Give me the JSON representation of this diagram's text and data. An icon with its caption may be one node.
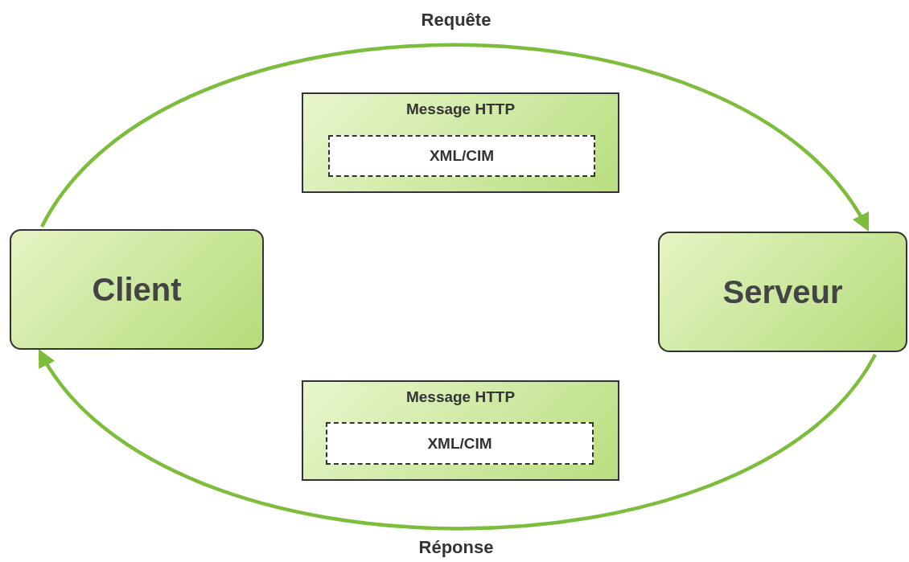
{
  "diagram": {
    "nodes": [
      {
        "text": [
          "Client"
        ]
      },
      {
        "text": [
          "Serveur"
        ]
      },
      {
        "text": [
          "Message HTTP"
        ]
      },
      {
        "text": [
          "XML/CIM"
        ],
        "in": 2
      },
      {
        "text": [
          "Message HTTP"
        ]
      },
      {
        "text": [
          "XML/CIM"
        ],
        "in": 4
      }
    ],
    "edges": [
      {
        "from": 0,
        "to": 1,
        "arrow": "to",
        "label": "Requête"
      },
      {
        "from": 1,
        "to": 0,
        "arrow": "to",
        "label": "Réponse"
      }
    ]
  }
}
